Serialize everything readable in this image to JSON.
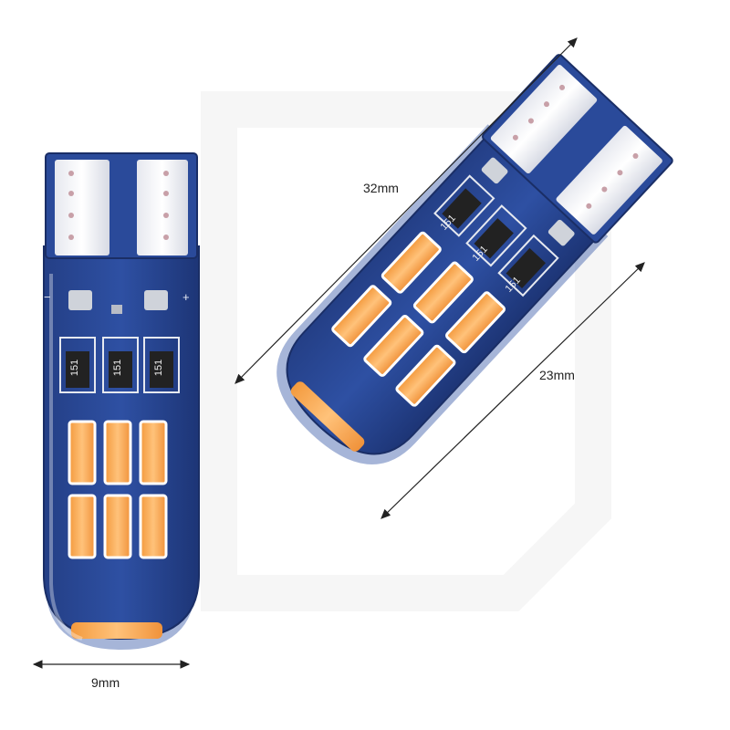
{
  "product": {
    "resistor_marking": "151",
    "led_color": "#F5A04A",
    "pcb_color": "#1F3F8A"
  },
  "dimensions": {
    "length_label": "32mm",
    "body_label": "23mm",
    "width_label": "9mm"
  },
  "pads": {
    "minus": "−",
    "plus": "+"
  }
}
